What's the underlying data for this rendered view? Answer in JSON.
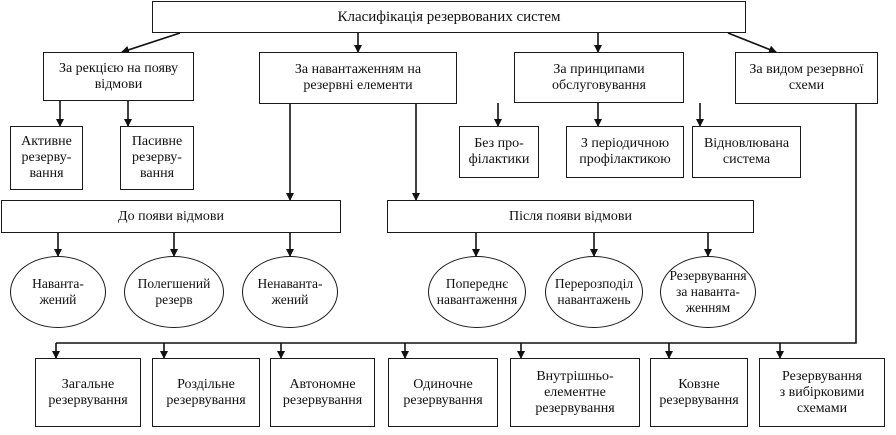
{
  "title": "Класифікація резервованих систем",
  "categories": {
    "reaction": "За рекцією на появу\nвідмови",
    "load": "За навантаженням на\nрезервні елементи",
    "service": "За принципами\nобслуговування",
    "scheme": "За видом резервної\nсхеми"
  },
  "reaction_types": {
    "active": "Активне\nрезерву-\nвання",
    "passive": "Пасивне\nрезерву-\nвання"
  },
  "service_types": {
    "no_prophylaxis": "Без про-\nфілактики",
    "periodic": "З періодичною\nпрофілактикою",
    "restorable": "Відновлювана\nсистема"
  },
  "phases": {
    "before": "До появи відмови",
    "after": "Після появи відмови"
  },
  "before_types": {
    "loaded": "Наванта-\nжений",
    "lightened": "Полегшений\nрезерв",
    "unloaded": "Ненаванта-\nжений"
  },
  "after_types": {
    "preloaded": "Попереднє\nнавантаження",
    "redistribution": "Перерозподіл\nнавантажень",
    "by_load": "Резервування\nза наванта-\nженням"
  },
  "scheme_types": {
    "general": "Загальне\nрезервування",
    "separate": "Роздільне\nрезервування",
    "autonomous": "Автономне\nрезервування",
    "single": "Одиночне\nрезервування",
    "intra": "Внутрішньо-\nелементне\nрезервування",
    "sliding": "Ковзне\nрезервування",
    "selective": "Резервування\nз вибірковими\nсхемами"
  }
}
